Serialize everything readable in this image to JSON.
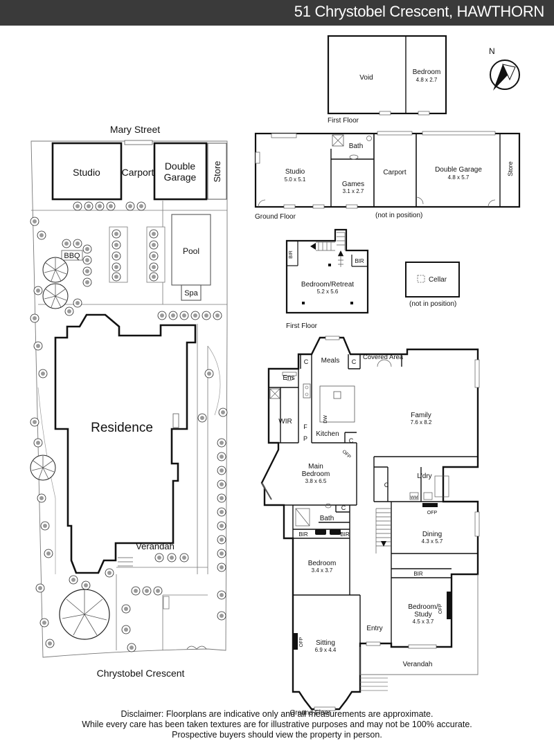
{
  "header": {
    "title": "51 Chrystobel Crescent, HAWTHORN"
  },
  "compass": {
    "label": "N"
  },
  "site": {
    "street_top": "Mary Street",
    "street_bottom": "Chrystobel Crescent",
    "studio": "Studio",
    "carport": "Carport",
    "double_garage": "Double\nGarage",
    "store": "Store",
    "bbq": "BBQ",
    "pool": "Pool",
    "spa": "Spa",
    "residence": "Residence",
    "verandah": "Verandah"
  },
  "outbuilding_first": {
    "void": "Void",
    "bedroom": "Bedroom",
    "bedroom_dim": "4.8 x 2.7",
    "level": "First Floor"
  },
  "outbuilding_ground": {
    "studio": "Studio",
    "studio_dim": "5.0 x 5.1",
    "bath": "Bath",
    "games": "Games",
    "games_dim": "3.1 x 2.7",
    "carport": "Carport",
    "double_garage": "Double Garage",
    "double_garage_dim": "4.8 x 5.7",
    "store": "Store",
    "level": "Ground Floor",
    "note": "(not in position)"
  },
  "retreat": {
    "bir_left": "BIR",
    "bir_right": "BIR",
    "room": "Bedroom/Retreat",
    "dim": "5.2 x 5.6",
    "level": "First Floor"
  },
  "cellar": {
    "label": "Cellar",
    "note": "(not in position)"
  },
  "house": {
    "meals": "Meals",
    "c": "C",
    "covered_area": "Covered Area",
    "ens": "Ens",
    "wir": "WIR",
    "dw": "DW",
    "f": "F",
    "p": "P",
    "kitchen": "Kitchen",
    "family": "Family",
    "family_dim": "7.6 x 8.2",
    "ofp": "OFP",
    "main_bedroom": "Main\nBedroom",
    "main_bedroom_dim": "3.8 x 6.5",
    "ldry": "L'dry",
    "wm": "WM",
    "bath": "Bath",
    "bir": "BIR",
    "dining": "Dining",
    "dining_dim": "4.3 x 5.7",
    "bedroom": "Bedroom",
    "bedroom_dim": "3.4 x 3.7",
    "bedroom_study": "Bedroom/\nStudy",
    "bedroom_study_dim": "4.5 x 3.7",
    "entry": "Entry",
    "sitting": "Sitting",
    "sitting_dim": "6.9 x 4.4",
    "verandah": "Verandah",
    "level": "Ground Floor"
  },
  "disclaimer": {
    "line1": "Disclaimer: Floorplans are indicative only and all measurements are approximate.",
    "line2": "While every care has been taken textures are for illustrative purposes and may not be 100% accurate.",
    "line3": "Prospective buyers should view the property in person."
  }
}
